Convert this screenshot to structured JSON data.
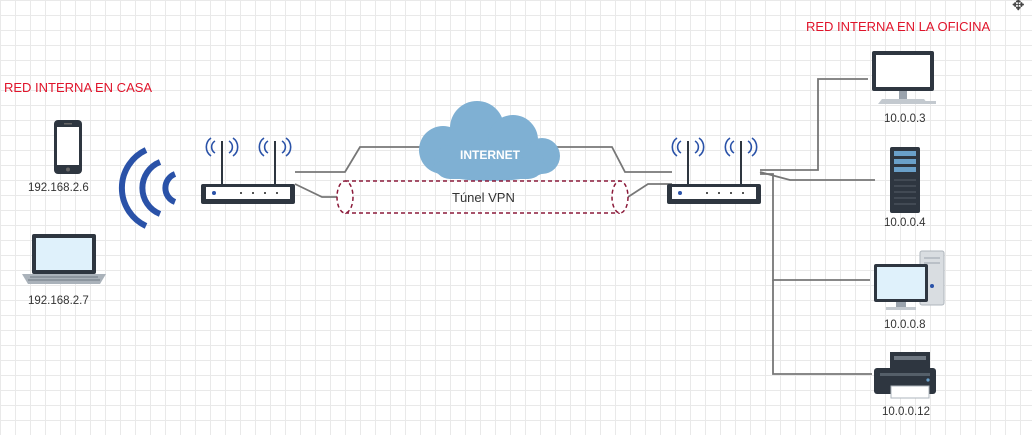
{
  "headings": {
    "home": "RED INTERNA EN CASA",
    "office": "RED INTERNA EN LA OFICINA"
  },
  "home_devices": {
    "phone": {
      "ip": "192.168.2.6",
      "icon": "smartphone-icon"
    },
    "laptop": {
      "ip": "192.168.2.7",
      "icon": "laptop-icon"
    }
  },
  "internet_label": "INTERNET",
  "tunnel_label": "Túnel VPN",
  "office_devices": {
    "monitor": {
      "ip": "10.0.0.3",
      "icon": "monitor-icon"
    },
    "server": {
      "ip": "10.0.0.4",
      "icon": "server-icon"
    },
    "desktop": {
      "ip": "10.0.0.8",
      "icon": "desktop-pc-icon"
    },
    "printer": {
      "ip": "10.0.0.12",
      "icon": "printer-icon"
    }
  },
  "cursor_icon": "move-cursor-icon",
  "colors": {
    "heading": "#e0142b",
    "cloud": "#7fb0d3",
    "tunnel_border": "#8b1a3a",
    "device_dark": "#2e3640",
    "wifi": "#2a52a8",
    "screen": "#dff1fb",
    "line": "#777777"
  }
}
